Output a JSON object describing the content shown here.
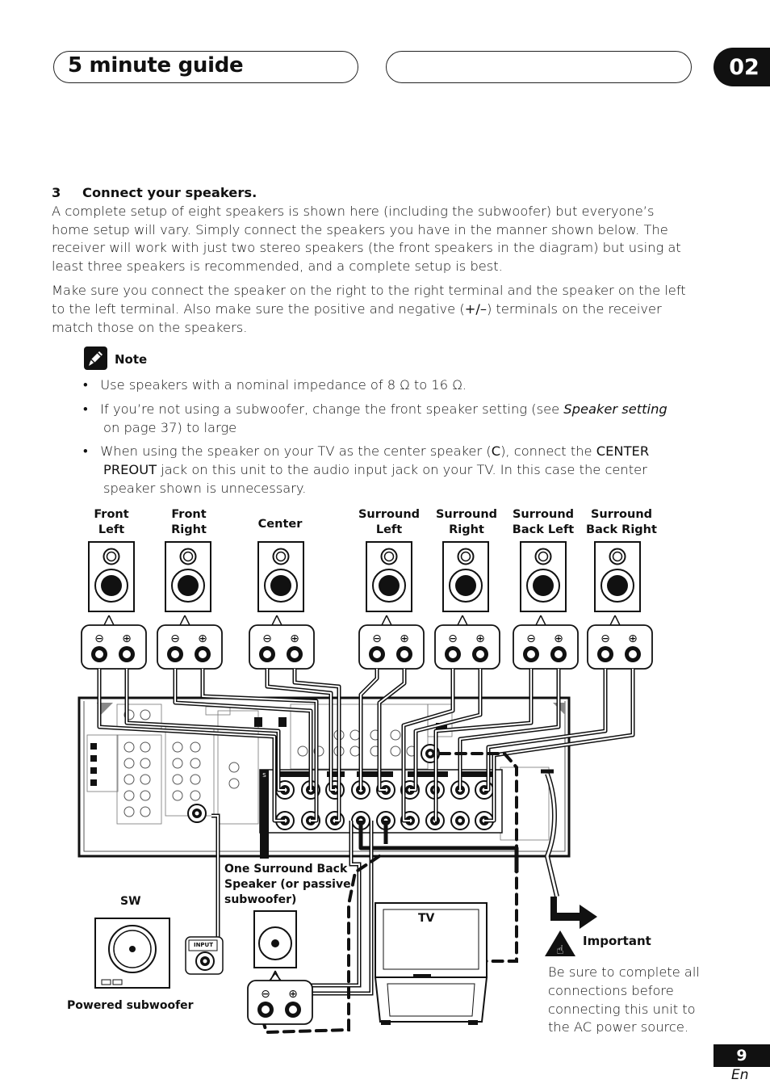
{
  "header": {
    "title": "5 minute guide",
    "chapter": "02"
  },
  "step": {
    "number": "3",
    "heading": "Connect your speakers.",
    "para1": "A complete setup of eight speakers is shown here (including the subwoofer) but everyone’s home setup will vary. Simply connect the speakers you have in the manner shown below. The receiver will work with just two stereo speakers (the front speakers in the diagram) but using at least three speakers is recommended, and a complete setup is best.",
    "para2_a": "Make sure you connect the speaker on the right to the right terminal and the speaker on the left to the left terminal. Also make sure the positive and negative (",
    "para2_sym": "+/–",
    "para2_b": ") terminals on the receiver match those on the speakers."
  },
  "note": {
    "label": "Note",
    "b1": "Use speakers with a nominal impedance of 8 Ω to 16 Ω.",
    "b2_a": "If you’re not using a subwoofer, change the front speaker setting (see ",
    "b2_ital": "Speaker setting",
    "b2_b": " on page 37) to large",
    "b3_a": "When using the speaker on your TV as the center speaker (",
    "b3_c": "C",
    "b3_b": "), connect the ",
    "b3_bold": "CENTER PREOUT",
    "b3_rest": " jack on this unit to the audio input jack on your TV. In this case the center speaker shown is unnecessary."
  },
  "diagram": {
    "speakers": [
      {
        "line1": "Front",
        "line2": "Left"
      },
      {
        "line1": "Front",
        "line2": "Right"
      },
      {
        "line1": "Center",
        "line2": ""
      },
      {
        "line1": "Surround",
        "line2": "Left"
      },
      {
        "line1": "Surround",
        "line2": "Right"
      },
      {
        "line1": "Surround",
        "line2": "Back Left"
      },
      {
        "line1": "Surround",
        "line2": "Back Right"
      }
    ],
    "one_sb": "One Surround Back Speaker (or passive subwoofer)",
    "sw": "SW",
    "powered_sub": "Powered subwoofer",
    "input": "INPUT",
    "tv": "TV",
    "speakers_vertical": "SPEAKERS"
  },
  "important": {
    "label": "Important",
    "text": "Be sure to complete all connections before connecting this unit to the AC power source."
  },
  "footer": {
    "page": "9",
    "lang": "En"
  }
}
